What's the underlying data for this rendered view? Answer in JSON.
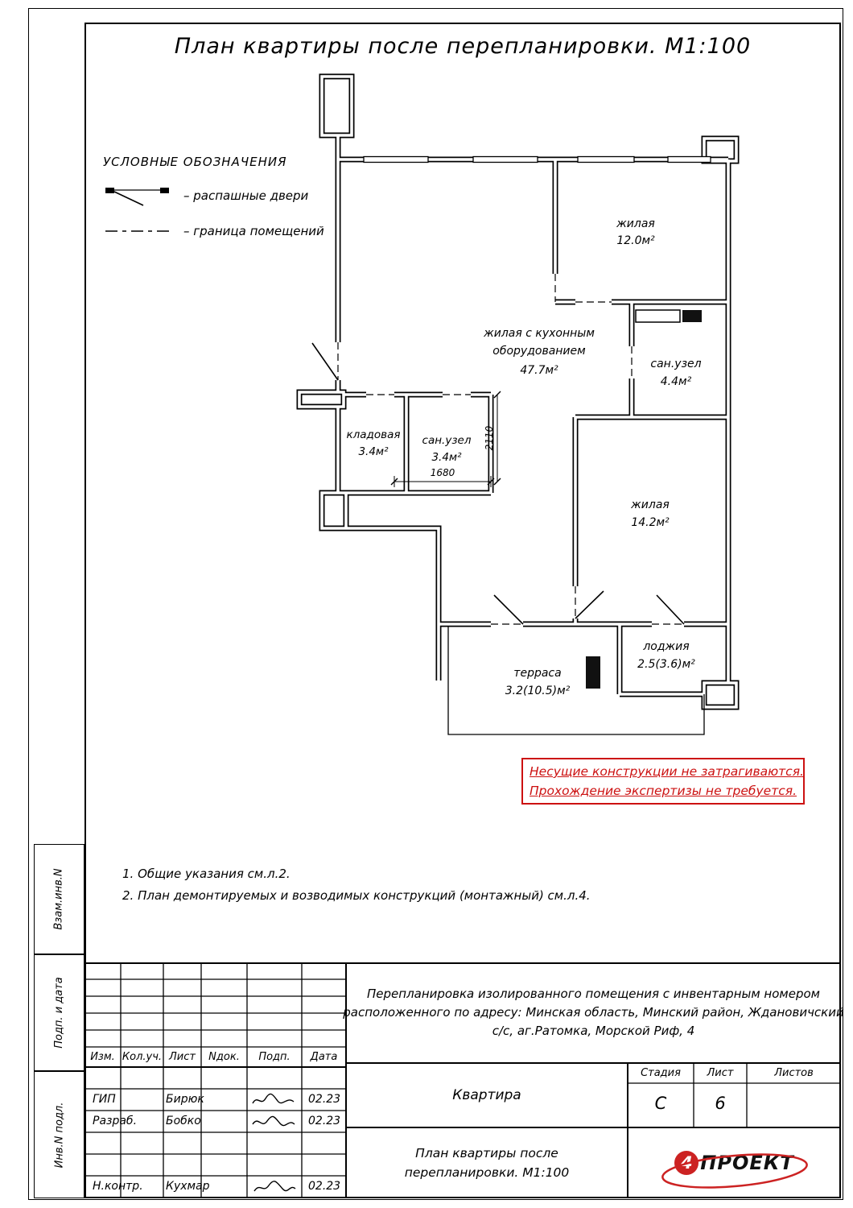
{
  "page": {
    "title": "План квартиры после перепланировки. М1:100"
  },
  "legend": {
    "heading": "УСЛОВНЫЕ ОБОЗНАЧЕНИЯ",
    "items": [
      {
        "icon": "swing-doors-symbol",
        "label": "– распашные двери"
      },
      {
        "icon": "room-boundary-dashed-symbol",
        "label": "– граница помещений"
      }
    ]
  },
  "plan": {
    "rooms": [
      {
        "name": "жилая",
        "area": "12.0м²"
      },
      {
        "name_line1": "жилая с кухонным",
        "name_line2": "оборудованием",
        "area": "47.7м²"
      },
      {
        "name": "сан.узел",
        "area": "4.4м²"
      },
      {
        "name": "кладовая",
        "area": "3.4м²"
      },
      {
        "name": "сан.узел",
        "area": "3.4м²"
      },
      {
        "name": "жилая",
        "area": "14.2м²"
      },
      {
        "name": "терраса",
        "area": "3.2(10.5)м²"
      },
      {
        "name": "лоджия",
        "area": "2.5(3.6)м²"
      }
    ],
    "dims": [
      "1680",
      "2110"
    ]
  },
  "notice": {
    "color": "#cc1111",
    "lines": [
      "Несущие конструкции не затрагиваются.",
      "Прохождение экспертизы не требуется."
    ]
  },
  "notes": [
    "1. Общие указания см.л.2.",
    "2. План демонтируемых и возводимых конструкций (монтажный) см.л.4."
  ],
  "side_strip": {
    "boxes": [
      "Взам.инв.N",
      "Подп. и дата",
      "Инв.N подл."
    ]
  },
  "title_block": {
    "header_cols": [
      "Изм.",
      "Кол.уч.",
      "Лист",
      "Nдок.",
      "Подп.",
      "Дата"
    ],
    "rows": [
      {
        "role": "ГИП",
        "name": "Бирюк",
        "date": "02.23"
      },
      {
        "role": "Разраб.",
        "name": "Бобко",
        "date": "02.23"
      },
      {
        "role": "Н.контр.",
        "name": "Кухмар",
        "date": "02.23"
      }
    ],
    "description_lines": [
      "Перепланировка изолированного помещения с инвентарным номером",
      "расположенного по адресу: Минская область, Минский район, Ждановичский",
      "с/с, аг.Ратомка, Морской Риф, 4"
    ],
    "object_label": "Квартира",
    "stage_headers": [
      "Стадия",
      "Лист",
      "Листов"
    ],
    "stage_value": "С",
    "sheet_value": "6",
    "sheets_total_value": "",
    "drawing_name_lines": [
      "План квартиры после",
      "перепланировки. М1:100"
    ],
    "logo": {
      "digit": "4",
      "text": "ПРОЕКТ",
      "color": "#cc2222"
    }
  }
}
